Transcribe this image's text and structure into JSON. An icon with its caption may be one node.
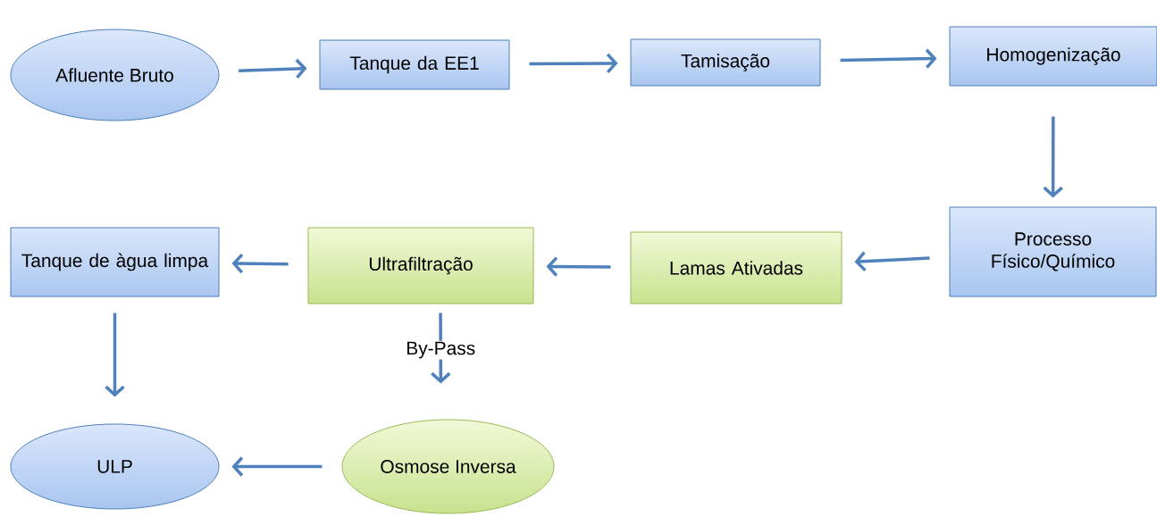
{
  "diagram": {
    "nodes": [
      {
        "text": [
          "Afluente Bruto"
        ]
      },
      {
        "text": [
          "Tanque da EE1"
        ]
      },
      {
        "text": [
          "Tamisação"
        ]
      },
      {
        "text": [
          "Homogenização"
        ]
      },
      {
        "text": [
          "Processo Físico/Químico"
        ]
      },
      {
        "text": [
          "Lamas Ativadas"
        ]
      },
      {
        "text": [
          "Ultrafiltração"
        ]
      },
      {
        "text": [
          "Tanque de àgua limpa"
        ]
      },
      {
        "text": [
          "ULP"
        ]
      },
      {
        "text": [
          "Osmose Inversa"
        ]
      }
    ],
    "edges": [
      {
        "from": 0,
        "to": 1,
        "arrow": "to"
      },
      {
        "from": 1,
        "to": 2,
        "arrow": "to"
      },
      {
        "from": 2,
        "to": 3,
        "arrow": "to"
      },
      {
        "from": 3,
        "to": 4,
        "arrow": "to"
      },
      {
        "from": 4,
        "to": 5,
        "arrow": "to"
      },
      {
        "from": 5,
        "to": 6,
        "arrow": "to"
      },
      {
        "from": 6,
        "to": 7,
        "arrow": "to"
      },
      {
        "from": 7,
        "to": 8,
        "arrow": "to"
      },
      {
        "from": 6,
        "to": 9,
        "arrow": "to",
        "label": "By-Pass"
      },
      {
        "from": 9,
        "to": 8,
        "arrow": "to"
      }
    ]
  }
}
